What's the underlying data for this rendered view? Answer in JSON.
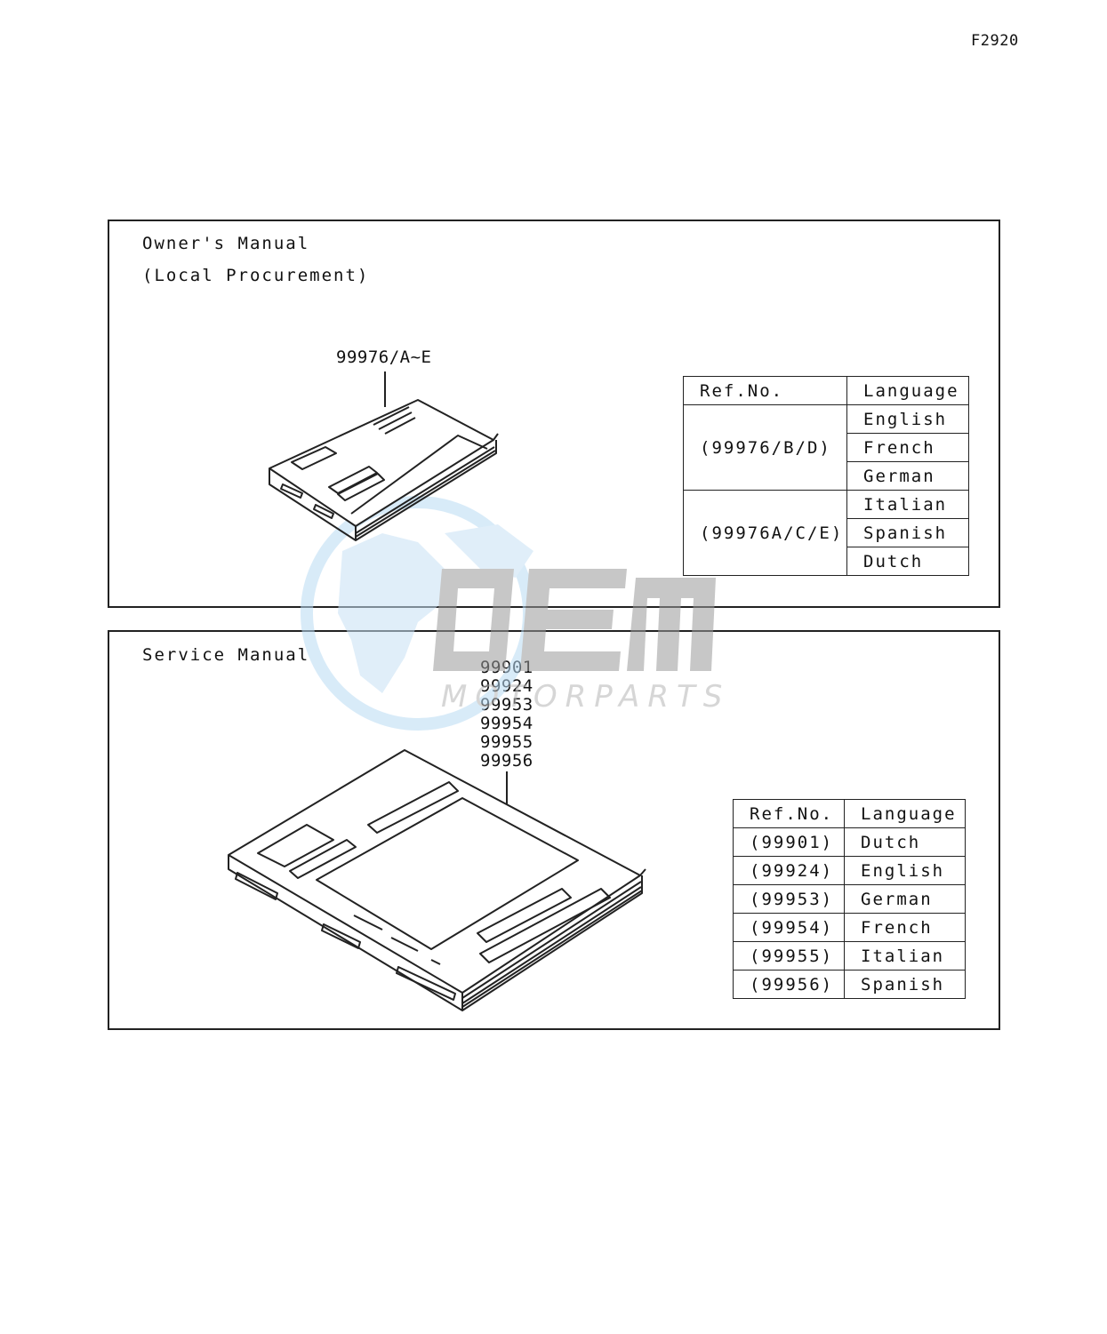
{
  "figure_code": "F2920",
  "owners_manual": {
    "title_line1": "Owner's Manual",
    "title_line2": "(Local Procurement)",
    "part_label": "99976/A~E",
    "table": {
      "header_ref": "Ref.No.",
      "header_lang": "Language",
      "groups": [
        {
          "ref": "(99976/B/D)",
          "languages": [
            "English",
            "French",
            "German"
          ]
        },
        {
          "ref": "(99976A/C/E)",
          "languages": [
            "Italian",
            "Spanish",
            "Dutch"
          ]
        }
      ]
    }
  },
  "service_manual": {
    "title": "Service Manual",
    "part_labels": [
      "99901",
      "99924",
      "99953",
      "99954",
      "99955",
      "99956"
    ],
    "table": {
      "header_ref": "Ref.No.",
      "header_lang": "Language",
      "rows": [
        {
          "ref": "(99901)",
          "language": "Dutch"
        },
        {
          "ref": "(99924)",
          "language": "English"
        },
        {
          "ref": "(99953)",
          "language": "German"
        },
        {
          "ref": "(99954)",
          "language": "French"
        },
        {
          "ref": "(99955)",
          "language": "Italian"
        },
        {
          "ref": "(99956)",
          "language": "Spanish"
        }
      ]
    }
  },
  "watermark": {
    "brand": "OEM",
    "sub": "MOTORPARTS"
  },
  "colors": {
    "line": "#222222",
    "watermark_blue": "#9ec9ee",
    "watermark_gray": "#9a9a9a"
  }
}
